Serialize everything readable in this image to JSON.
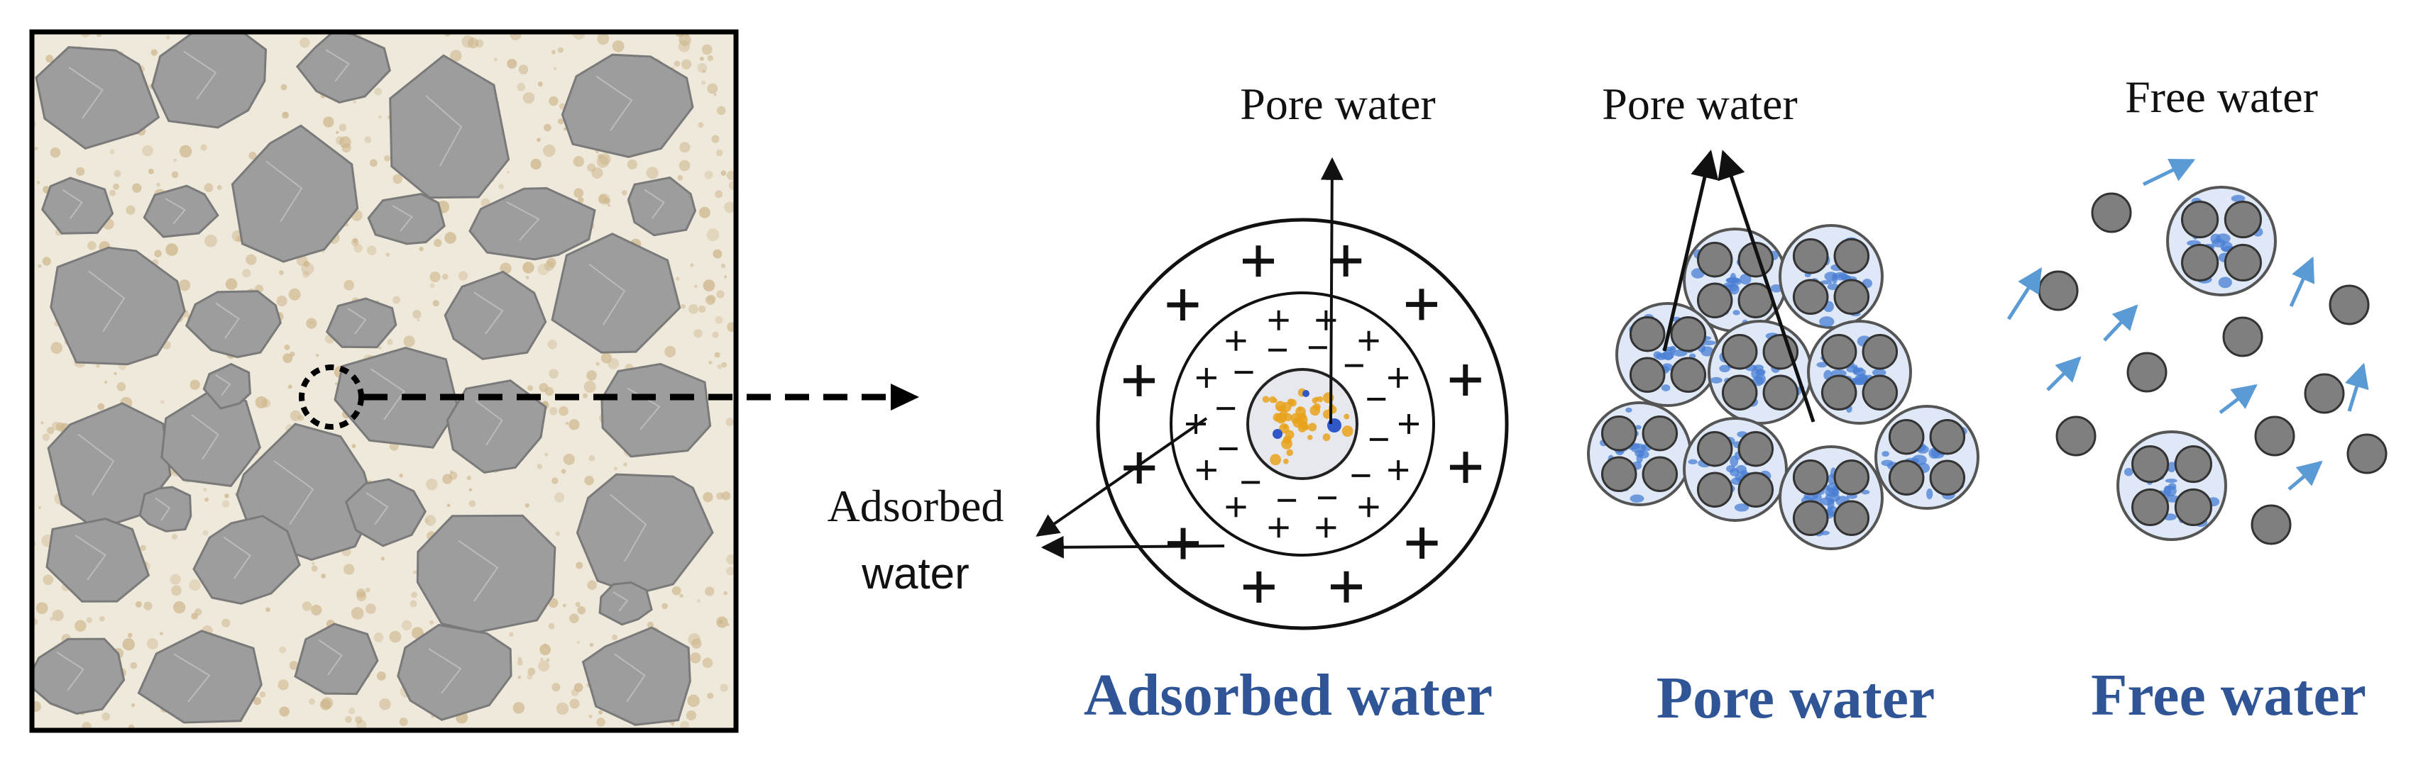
{
  "colors": {
    "caption": "#2f5597",
    "rock_fill": "#9d9d9d",
    "rock_edge": "#7a7a7a",
    "matrix": "#efe9dc",
    "sand": "#cdb58a",
    "particle": "#7f7f7f",
    "water_blue": "#4a7fd4",
    "arrow_blue": "#5b9bd5",
    "core_yellow": "#e8a21a"
  },
  "labels": {
    "adsorbed_pore_water": "Pore water",
    "adsorbed_label_line1": "Adsorbed",
    "adsorbed_label_line2": "water",
    "pore_pore_water": "Pore water",
    "free_free_water": "Free water"
  },
  "captions": {
    "adsorbed": "Adsorbed water",
    "pore": "Pore water",
    "free": "Free water"
  },
  "icons": {
    "magnify": "dashed-circle-icon",
    "pointer": "dashed-arrow-icon"
  }
}
